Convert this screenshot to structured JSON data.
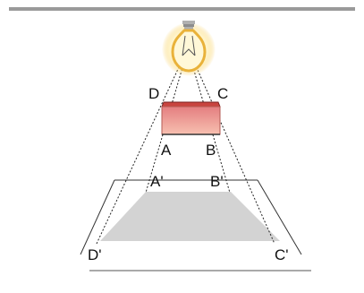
{
  "labels": {
    "d": "D",
    "c": "C",
    "a": "A",
    "b": "B",
    "a_prime": "A'",
    "b_prime": "B'",
    "d_prime": "D'",
    "c_prime": "C'"
  },
  "colors": {
    "top_rule": "#9a9a9a",
    "bulb_glow": "#f7c84a",
    "block_front_top": "#e8878a",
    "block_front_bottom": "#f4b6a8",
    "block_top": "#c9443f",
    "shadow": "#d2d2d2",
    "projection_lines": "#222222",
    "surface_lines": "#333333"
  },
  "icons": {
    "light_source": "lightbulb-icon"
  }
}
